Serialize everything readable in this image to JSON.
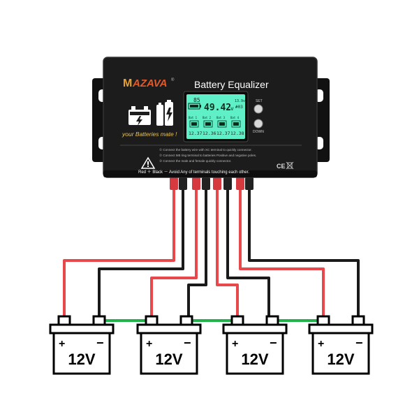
{
  "device": {
    "brand": "AZAVA",
    "brand_initial": "M",
    "brand_mark": "®",
    "title": "Battery Equalizer",
    "slogan": "your Batteries mate !",
    "set_label": "SET",
    "down_label": "DOWN",
    "cert_mark": "CE",
    "body_color": "#1c1c1c"
  },
  "lcd": {
    "percent": "85",
    "voltage": "49.42",
    "voltage_unit": "v",
    "small_top": "13.9v",
    "small_bottom": "#03",
    "bat_labels": [
      "Bat 1",
      "Bat 2",
      "Bat 3",
      "Bat 4"
    ],
    "bat_voltages": [
      "12.37",
      "12.36",
      "12.37",
      "12.38"
    ],
    "screen_color": "#5ff0c8"
  },
  "instructions": {
    "line1": "①  Connect the battery wire with XC terminal to quickly connector.",
    "line2": "②  Connect M8 ring terminal to batteries Positive and negative poles.",
    "line3": "③  Connect the male and female quickly connector.",
    "warning_line": "Red ＋  Black －  Avoid Any of terminals touching each other."
  },
  "batteries": [
    {
      "label": "12V",
      "plus": "+",
      "minus": "−"
    },
    {
      "label": "12V",
      "plus": "+",
      "minus": "−"
    },
    {
      "label": "12V",
      "plus": "+",
      "minus": "−"
    },
    {
      "label": "12V",
      "plus": "+",
      "minus": "−"
    }
  ],
  "wire_colors": {
    "positive": "#e8484c",
    "negative": "#1a1a1a",
    "series": "#22b24c"
  }
}
